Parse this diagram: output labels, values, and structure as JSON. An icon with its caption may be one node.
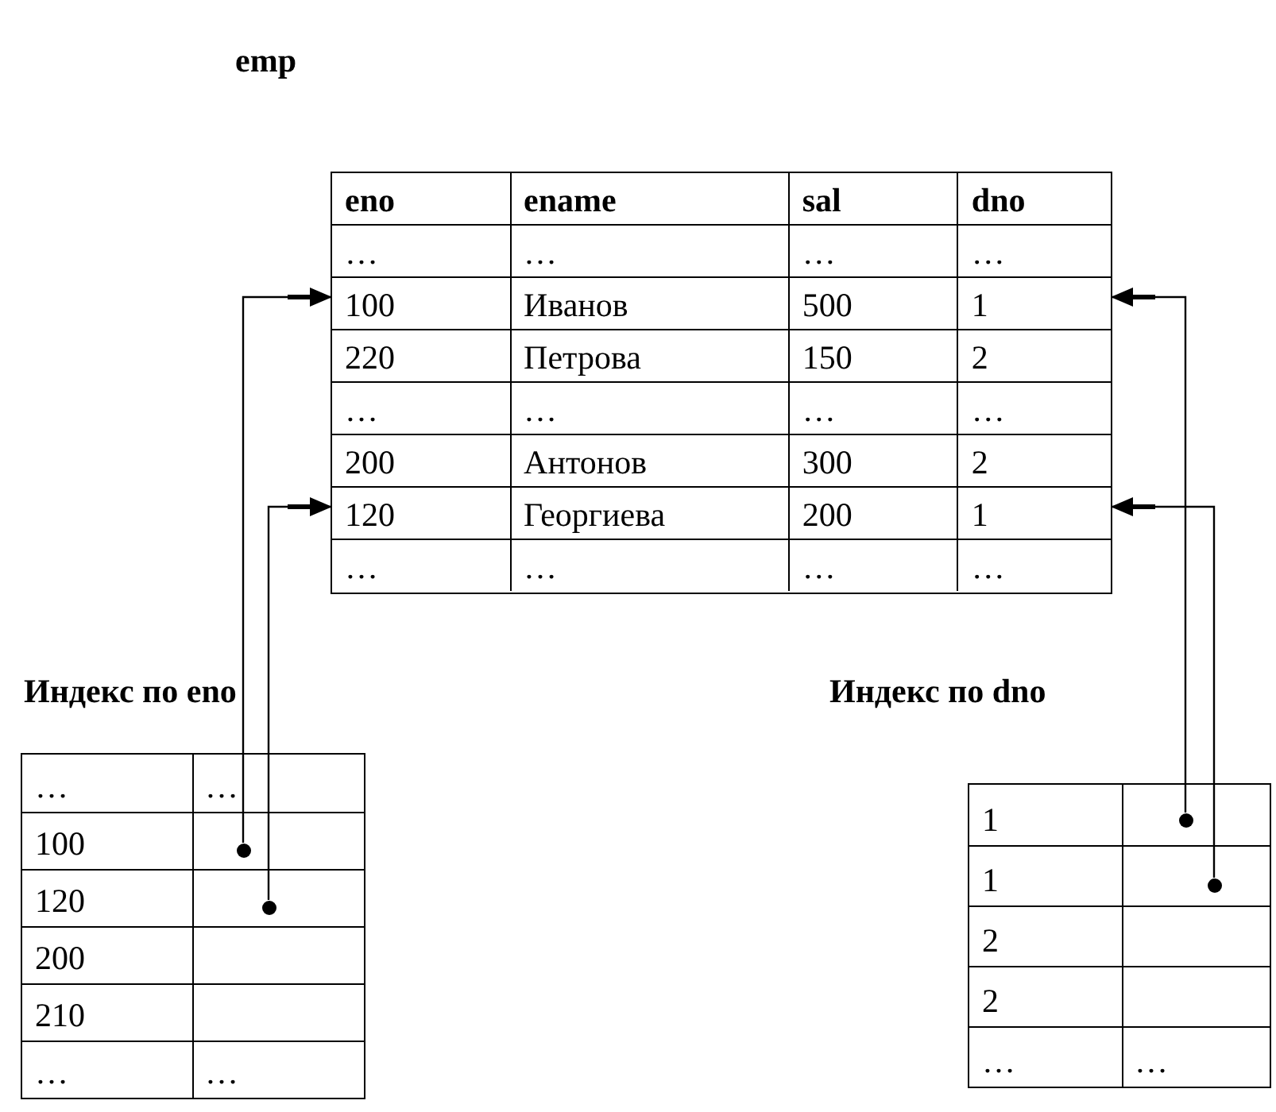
{
  "diagram": {
    "nodes": [
      {
        "text": [
          "emp"
        ]
      },
      {
        "text": [
          "eno",
          "ename",
          "sal",
          "dno"
        ],
        "in": 0
      },
      {
        "text": [
          "…",
          "…",
          "…",
          "…"
        ],
        "in": 0
      },
      {
        "text": [
          "100",
          "Иванов",
          "500",
          "1"
        ],
        "in": 0
      },
      {
        "text": [
          "220",
          "Петрова",
          "150",
          "2"
        ],
        "in": 0
      },
      {
        "text": [
          "…",
          "…",
          "…",
          "…"
        ],
        "in": 0
      },
      {
        "text": [
          "200",
          "Антонов",
          "300",
          "2"
        ],
        "in": 0
      },
      {
        "text": [
          "120",
          "Георгиева",
          "200",
          "1"
        ],
        "in": 0
      },
      {
        "text": [
          "…",
          "…",
          "…",
          "…"
        ],
        "in": 0
      },
      {
        "text": [
          "Индекс по eno"
        ]
      },
      {
        "text": [],
        "shape": "circle",
        "in": 9
      },
      {
        "text": [],
        "shape": "circle",
        "in": 9
      },
      {
        "text": [
          "Индекс по dno"
        ]
      },
      {
        "text": [],
        "shape": "circle",
        "in": 12
      },
      {
        "text": [],
        "shape": "circle",
        "in": 12
      }
    ],
    "edges": [
      {
        "from": 10,
        "to": 3,
        "arrow": "to"
      },
      {
        "from": 11,
        "to": 7,
        "arrow": "to"
      },
      {
        "from": 13,
        "to": 3,
        "arrow": "to"
      },
      {
        "from": 14,
        "to": 7,
        "arrow": "to"
      }
    ],
    "labels": [
      "…",
      "…",
      "100",
      "120",
      "200",
      "210",
      "…",
      "…",
      "1",
      "1",
      "2",
      "2",
      "…",
      "…"
    ]
  }
}
